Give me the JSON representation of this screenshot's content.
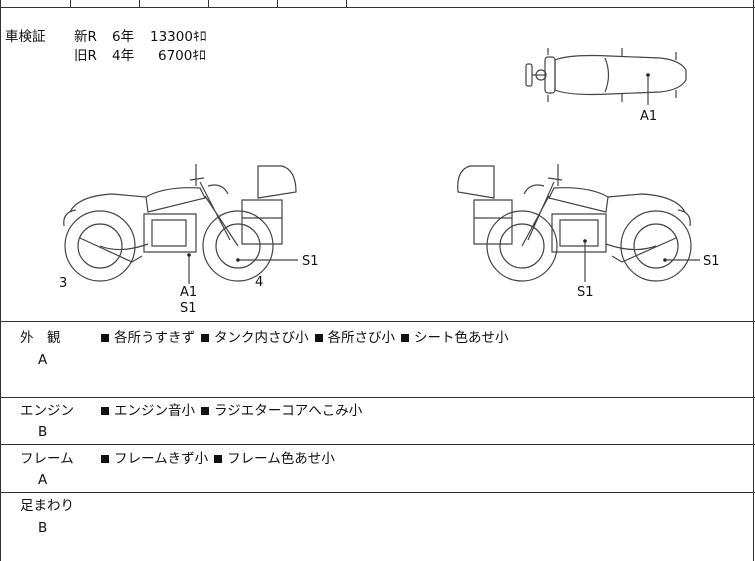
{
  "inspection": {
    "label": "車検証",
    "new_row": {
      "type": "新R",
      "years": "6年",
      "value": "13300ｷﾛ"
    },
    "old_row": {
      "type": "旧R",
      "years": "4年",
      "value": "6700ｷﾛ"
    }
  },
  "diagram_labels": {
    "top_a1": "A1",
    "left_3": "3",
    "left_a1": "A1",
    "left_s1_below": "S1",
    "left_4": "4",
    "left_s1_rear": "S1",
    "right_s1_center": "S1",
    "right_s1_side": "S1"
  },
  "sections": [
    {
      "name": "外　観",
      "grade": "A",
      "items": [
        "各所うすきず",
        "タンク内さび小",
        "各所さび小",
        "シート色あせ小"
      ]
    },
    {
      "name": "エンジン",
      "grade": "B",
      "items": [
        "エンジン音小",
        "ラジエターコアへこみ小"
      ]
    },
    {
      "name": "フレーム",
      "grade": "A",
      "items": [
        "フレームきず小",
        "フレーム色あせ小"
      ]
    },
    {
      "name": "足まわり",
      "grade": "B",
      "items": []
    }
  ]
}
